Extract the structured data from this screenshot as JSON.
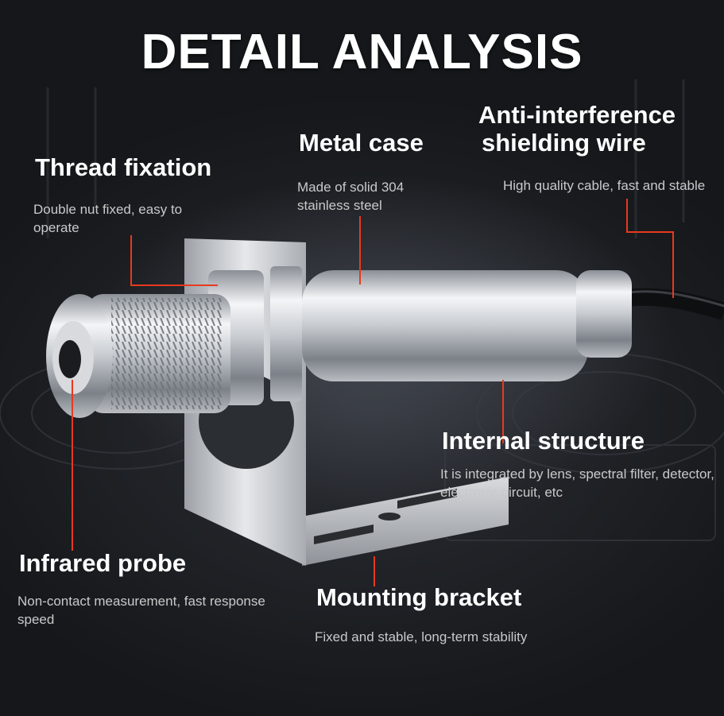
{
  "title": "DETAIL ANALYSIS",
  "features": {
    "thread": {
      "heading": "Thread fixation",
      "desc": "Double nut fixed, easy to operate"
    },
    "metal": {
      "heading": "Metal case",
      "desc": "Made of solid 304 stainless steel"
    },
    "shield": {
      "heading_line1": "Anti-interference",
      "heading_line2": "shielding wire",
      "desc": "High quality cable, fast and stable"
    },
    "internal": {
      "heading": "Internal structure",
      "desc": "It is integrated by lens, spectral filter, detector, electronic circuit, etc"
    },
    "probe": {
      "heading": "Infrared probe",
      "desc": "Non-contact measurement, fast response speed"
    },
    "bracket": {
      "heading": "Mounting bracket",
      "desc": "Fixed and stable, long-term stability"
    }
  },
  "colors": {
    "accent": "#e8391e",
    "background": "#1a1c20",
    "text": "#ffffff",
    "subtext": "#c9c9c9"
  }
}
